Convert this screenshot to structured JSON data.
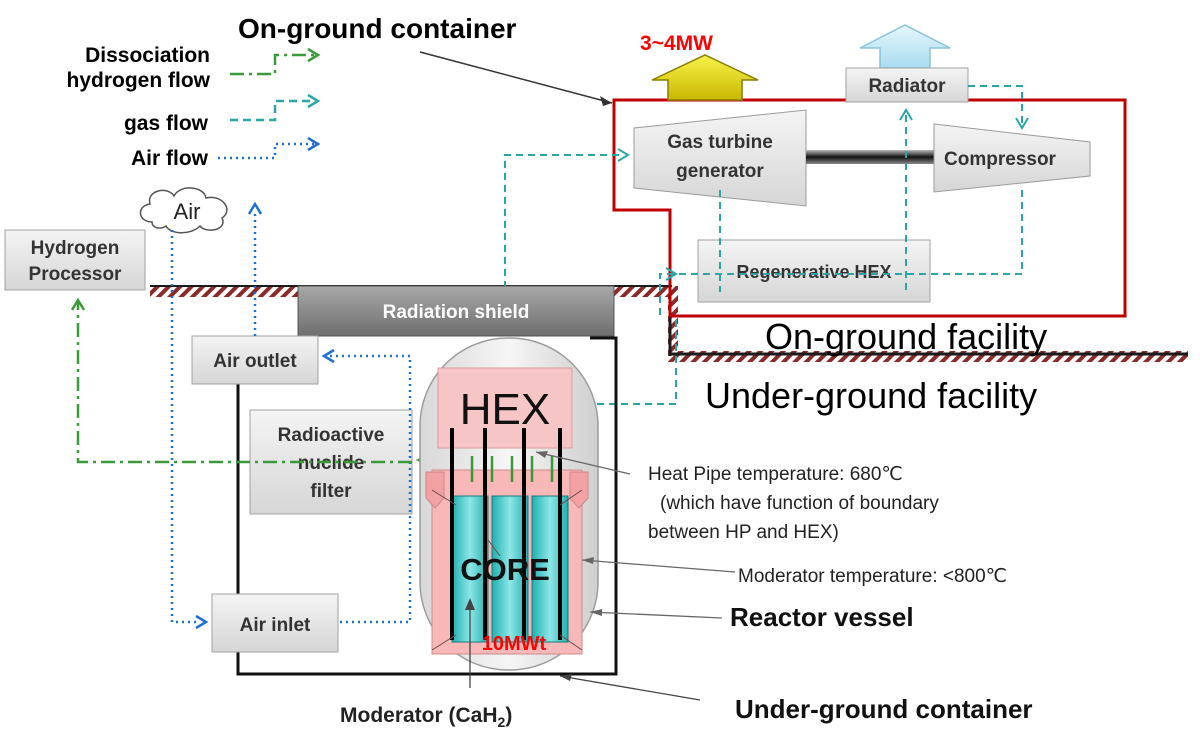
{
  "legend": {
    "hydrogen_line1": "Dissociation",
    "hydrogen_line2": "hydrogen flow",
    "gas": "gas flow",
    "air": "Air flow"
  },
  "titles": {
    "on_ground_container": "On-ground container",
    "power_output": "3~4MW",
    "on_ground_facility": "On-ground facility",
    "under_ground_facility": "Under-ground facility",
    "under_ground_container": "Under-ground container"
  },
  "components": {
    "radiator": "Radiator",
    "gas_turbine_line1": "Gas turbine",
    "gas_turbine_line2": "generator",
    "compressor": "Compressor",
    "regenerative_hex": "Regenerative HEX",
    "air_cloud": "Air",
    "hydrogen_processor_line1": "Hydrogen",
    "hydrogen_processor_line2": "Processor",
    "radiation_shield": "Radiation shield",
    "air_outlet": "Air outlet",
    "filter_line1": "Radioactive",
    "filter_line2": "nuclide",
    "filter_line3": "filter",
    "air_inlet": "Air inlet",
    "hex": "HEX",
    "core": "CORE",
    "thermal_power": "10MWt"
  },
  "annotations": {
    "heat_pipe_line1": "Heat Pipe temperature: 680℃",
    "heat_pipe_line2": "(which have function of boundary",
    "heat_pipe_line3": "between HP and HEX)",
    "moderator_temp": "Moderator temperature: <800℃",
    "reactor_vessel": "Reactor vessel",
    "moderator_label": "Moderator (CaH",
    "moderator_sub": "2",
    "moderator_close": ")"
  },
  "colors": {
    "hydrogen": "#3a9a3a",
    "gas": "#2aa6a6",
    "air": "#1f6fd0",
    "container": "#c00000",
    "core": "#3cc4c4",
    "power": "#ff0000",
    "ground": "#8b2a2a"
  }
}
